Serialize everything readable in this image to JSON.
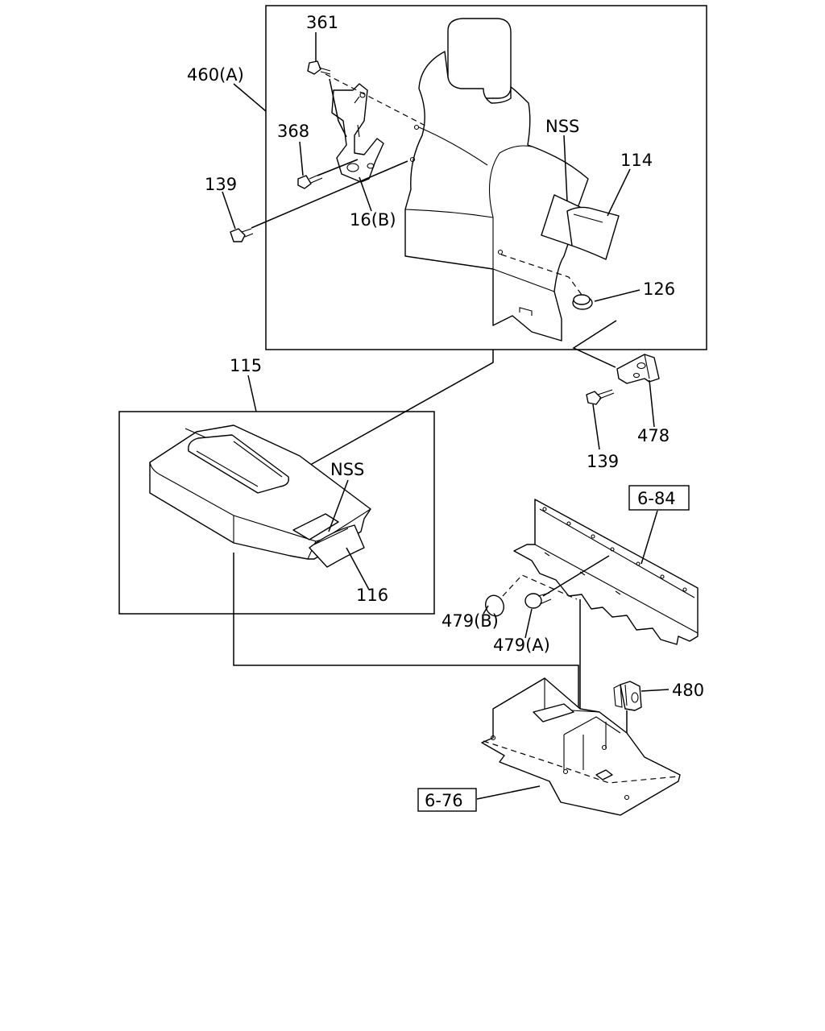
{
  "callouts": {
    "p361": "361",
    "p460a": "460(A)",
    "p368": "368",
    "p139_top": "139",
    "p16b": "16(B)",
    "nss_top": "NSS",
    "p114": "114",
    "p126": "126",
    "p115": "115",
    "nss_bottom": "NSS",
    "p116": "116",
    "p478": "478",
    "p139_bottom": "139",
    "p479b": "479(B)",
    "p479a": "479(A)",
    "p480": "480"
  },
  "references": {
    "ref_6_84": "6-84",
    "ref_6_76": "6-76"
  }
}
